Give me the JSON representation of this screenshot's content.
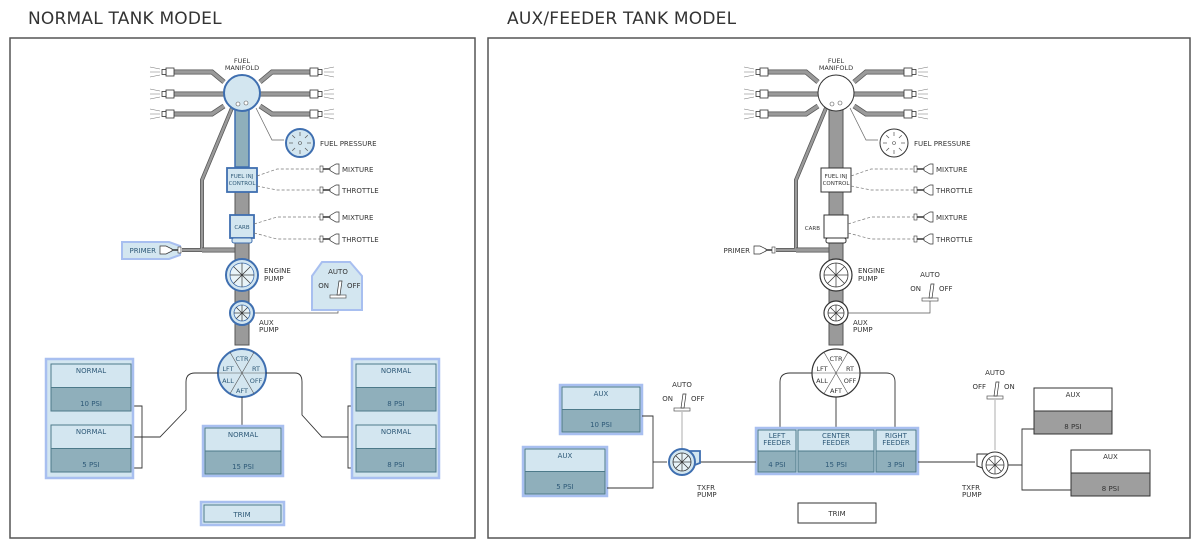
{
  "panels": [
    {
      "id": "normal",
      "title": "NORMAL TANK MODEL",
      "highlighted": true,
      "labels": {
        "manifold": [
          "FUEL",
          "MANIFOLD"
        ],
        "fuel_pressure": "FUEL PRESSURE",
        "fuel_inj": [
          "FUEL INJ",
          "CONTROL"
        ],
        "carb": "CARB",
        "mixture_1": "MIXTURE",
        "throttle_1": "THROTTLE",
        "mixture_2": "MIXTURE",
        "throttle_2": "THROTTLE",
        "primer": "PRIMER",
        "engine_pump": [
          "ENGINE",
          "PUMP"
        ],
        "aux_pump": [
          "AUX",
          "PUMP"
        ],
        "switch": {
          "auto": "AUTO",
          "on": "ON",
          "off": "OFF"
        },
        "selector": {
          "ctr": "CTR",
          "lft": "LFT",
          "rt": "RT",
          "all": "ALL",
          "off": "OFF",
          "aft": "AFT"
        },
        "trim": "TRIM"
      },
      "tanks": [
        {
          "name": "NORMAL",
          "psi": "10 PSI",
          "group": "left"
        },
        {
          "name": "NORMAL",
          "psi": "5 PSI",
          "group": "left"
        },
        {
          "name": "NORMAL",
          "psi": "15 PSI",
          "group": "center"
        },
        {
          "name": "NORMAL",
          "psi": "8 PSI",
          "group": "right"
        },
        {
          "name": "NORMAL",
          "psi": "8 PSI",
          "group": "right"
        }
      ]
    },
    {
      "id": "aux",
      "title": "AUX/FEEDER TANK MODEL",
      "highlighted": false,
      "labels": {
        "manifold": [
          "FUEL",
          "MANIFOLD"
        ],
        "fuel_pressure": "FUEL PRESSURE",
        "fuel_inj": [
          "FUEL INJ",
          "CONTROL"
        ],
        "carb": "CARB",
        "mixture_1": "MIXTURE",
        "throttle_1": "THROTTLE",
        "mixture_2": "MIXTURE",
        "throttle_2": "THROTTLE",
        "primer": "PRIMER",
        "engine_pump": [
          "ENGINE",
          "PUMP"
        ],
        "aux_pump": [
          "AUX",
          "PUMP"
        ],
        "switch": {
          "auto": "AUTO",
          "on": "ON",
          "off": "OFF"
        },
        "selector": {
          "ctr": "CTR",
          "lft": "LFT",
          "rt": "RT",
          "all": "ALL",
          "off": "OFF",
          "aft": "AFT"
        },
        "trim": "TRIM",
        "txfr_pump": [
          "TXFR",
          "PUMP"
        ]
      },
      "feeders": [
        {
          "name": [
            "LEFT",
            "FEEDER"
          ],
          "psi": "4 PSI"
        },
        {
          "name": [
            "CENTER",
            "FEEDER"
          ],
          "psi": "15 PSI"
        },
        {
          "name": [
            "RIGHT",
            "FEEDER"
          ],
          "psi": "3 PSI"
        }
      ],
      "aux_tanks_left": [
        {
          "name": "AUX",
          "psi": "10 PSI",
          "highlighted": true
        },
        {
          "name": "AUX",
          "psi": "5 PSI",
          "highlighted": true
        }
      ],
      "aux_tanks_right": [
        {
          "name": "AUX",
          "psi": "8 PSI",
          "highlighted": false
        },
        {
          "name": "AUX",
          "psi": "8 PSI",
          "highlighted": false
        }
      ],
      "left_switch": {
        "auto": "AUTO",
        "on": "ON",
        "off": "OFF"
      },
      "right_switch": {
        "auto": "AUTO",
        "on": "ON",
        "off": "OFF"
      }
    }
  ],
  "colors": {
    "hl_fill": "#d3e6f0",
    "hl_dark": "#8fafbb",
    "hl_stroke": "#3f6fb0",
    "hl_glow": "#a8bff0",
    "hl_text": "#2f5a78",
    "pipe": "#9a9a9a",
    "pipe_stroke": "#555555",
    "plain_dark": "#a0a0a0",
    "line": "#333333"
  }
}
